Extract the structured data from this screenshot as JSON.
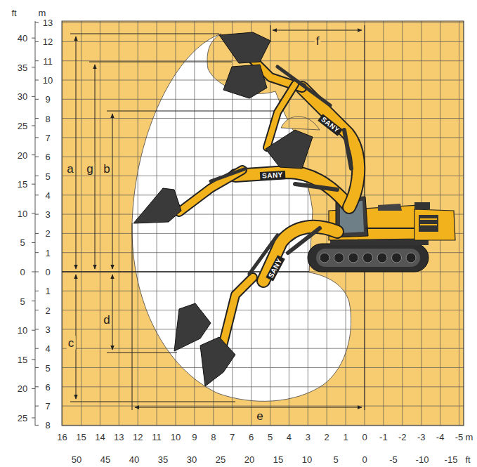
{
  "diagram": {
    "labels": [
      "ft",
      "m",
      "13",
      "12",
      "11",
      "10",
      "9",
      "8",
      "7",
      "6",
      "5",
      "4",
      "3",
      "2",
      "1",
      "0",
      "1",
      "2",
      "3",
      "4",
      "5",
      "6",
      "7",
      "8",
      "40",
      "35",
      "30",
      "25",
      "20",
      "15",
      "10",
      "5",
      "0",
      "5",
      "10",
      "15",
      "20",
      "25",
      "a",
      "g",
      "b",
      "c",
      "d",
      "e",
      "f",
      "SANY",
      "SANY",
      "SANY",
      "16",
      "15",
      "14",
      "13",
      "12",
      "11",
      "10",
      "9",
      "8",
      "7",
      "6",
      "5",
      "4",
      "3",
      "2",
      "1",
      "0",
      "-1",
      "-2",
      "-3",
      "-4",
      "-5",
      "m",
      "50",
      "45",
      "40",
      "35",
      "30",
      "25",
      "20",
      "15",
      "10",
      "5",
      "0",
      "-5",
      "-10",
      "-15",
      "ft"
    ]
  }
}
